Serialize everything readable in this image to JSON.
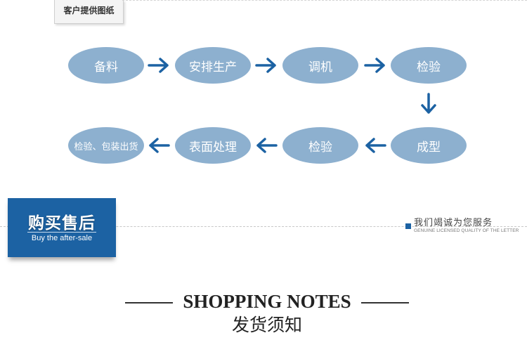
{
  "customer_drawing_label": "客户提供图纸",
  "flow_top": [
    "备料",
    "安排生产",
    "调机",
    "检验"
  ],
  "flow_bottom": [
    "检验、包装出货",
    "表面处理",
    "检验",
    "成型"
  ],
  "after_sale": {
    "title": "购买售后",
    "subtitle": "Buy the after-sale"
  },
  "service": {
    "cn": "我们竭诚为您服务",
    "en": "GENUINE LICENSED QUALITY OF THE LETTER"
  },
  "notes": {
    "en": "SHOPPING NOTES",
    "cn": "发货须知"
  },
  "colors": {
    "node": "#8db0cf",
    "arrow": "#1c62a3",
    "brand": "#1c62a3"
  }
}
